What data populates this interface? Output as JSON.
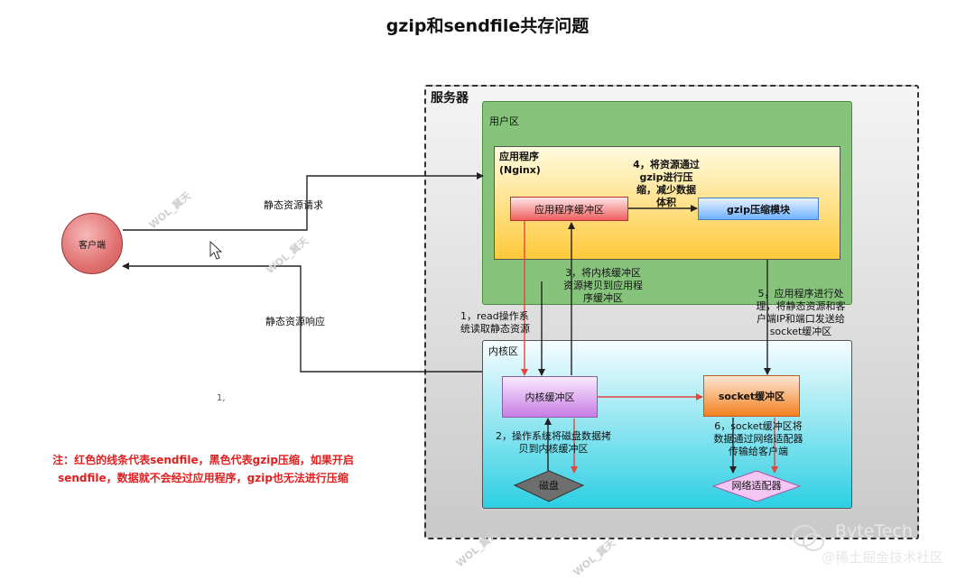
{
  "title": "gzip和sendfile共存问题",
  "server_label": "服务器",
  "user_zone_label": "用户区",
  "app_label_line1": "应用程序",
  "app_label_line2": "(Nginx)",
  "app_buffer": "应用程序缓冲区",
  "gzip_module": "gzip压缩模块",
  "kernel_zone_label": "内核区",
  "kernel_buffer": "内核缓冲区",
  "socket_buffer": "socket缓冲区",
  "disk": "磁盘",
  "nic": "网络适配器",
  "client": "客户端",
  "request_label": "静态资源请求",
  "response_label": "静态资源响应",
  "step1": [
    "1，read操作系",
    "统读取静态资源"
  ],
  "step2": [
    "2，操作系统将磁盘数据拷",
    "贝到内核缓冲区"
  ],
  "step3": [
    "3，将内核缓冲区",
    "资源拷贝到应用程",
    "序缓冲区"
  ],
  "step4": [
    "4，将资源通过",
    "gzip进行压",
    "缩，减少数据",
    "体积"
  ],
  "step5": [
    "5，应用程序进行处",
    "理，将静态资源和客",
    "户端IP和端口发送给",
    "socket缓冲区"
  ],
  "step6": [
    "6，socket缓冲区将",
    "数据通过网络适配器",
    "传输给客户端"
  ],
  "stray_mark": "1,",
  "note": [
    "注：红色的线条代表sendfile，黑色代表gzip压缩，如果开启",
    "sendfile，数据就不会经过应用程序，gzip也无法进行压缩"
  ],
  "brand": "ByteTech",
  "brand_sub": "@稀土掘金技术社区",
  "watermark": "WOL_冀天",
  "colors": {
    "sendfile_line": "#e8453c",
    "gzip_line": "#222222"
  }
}
